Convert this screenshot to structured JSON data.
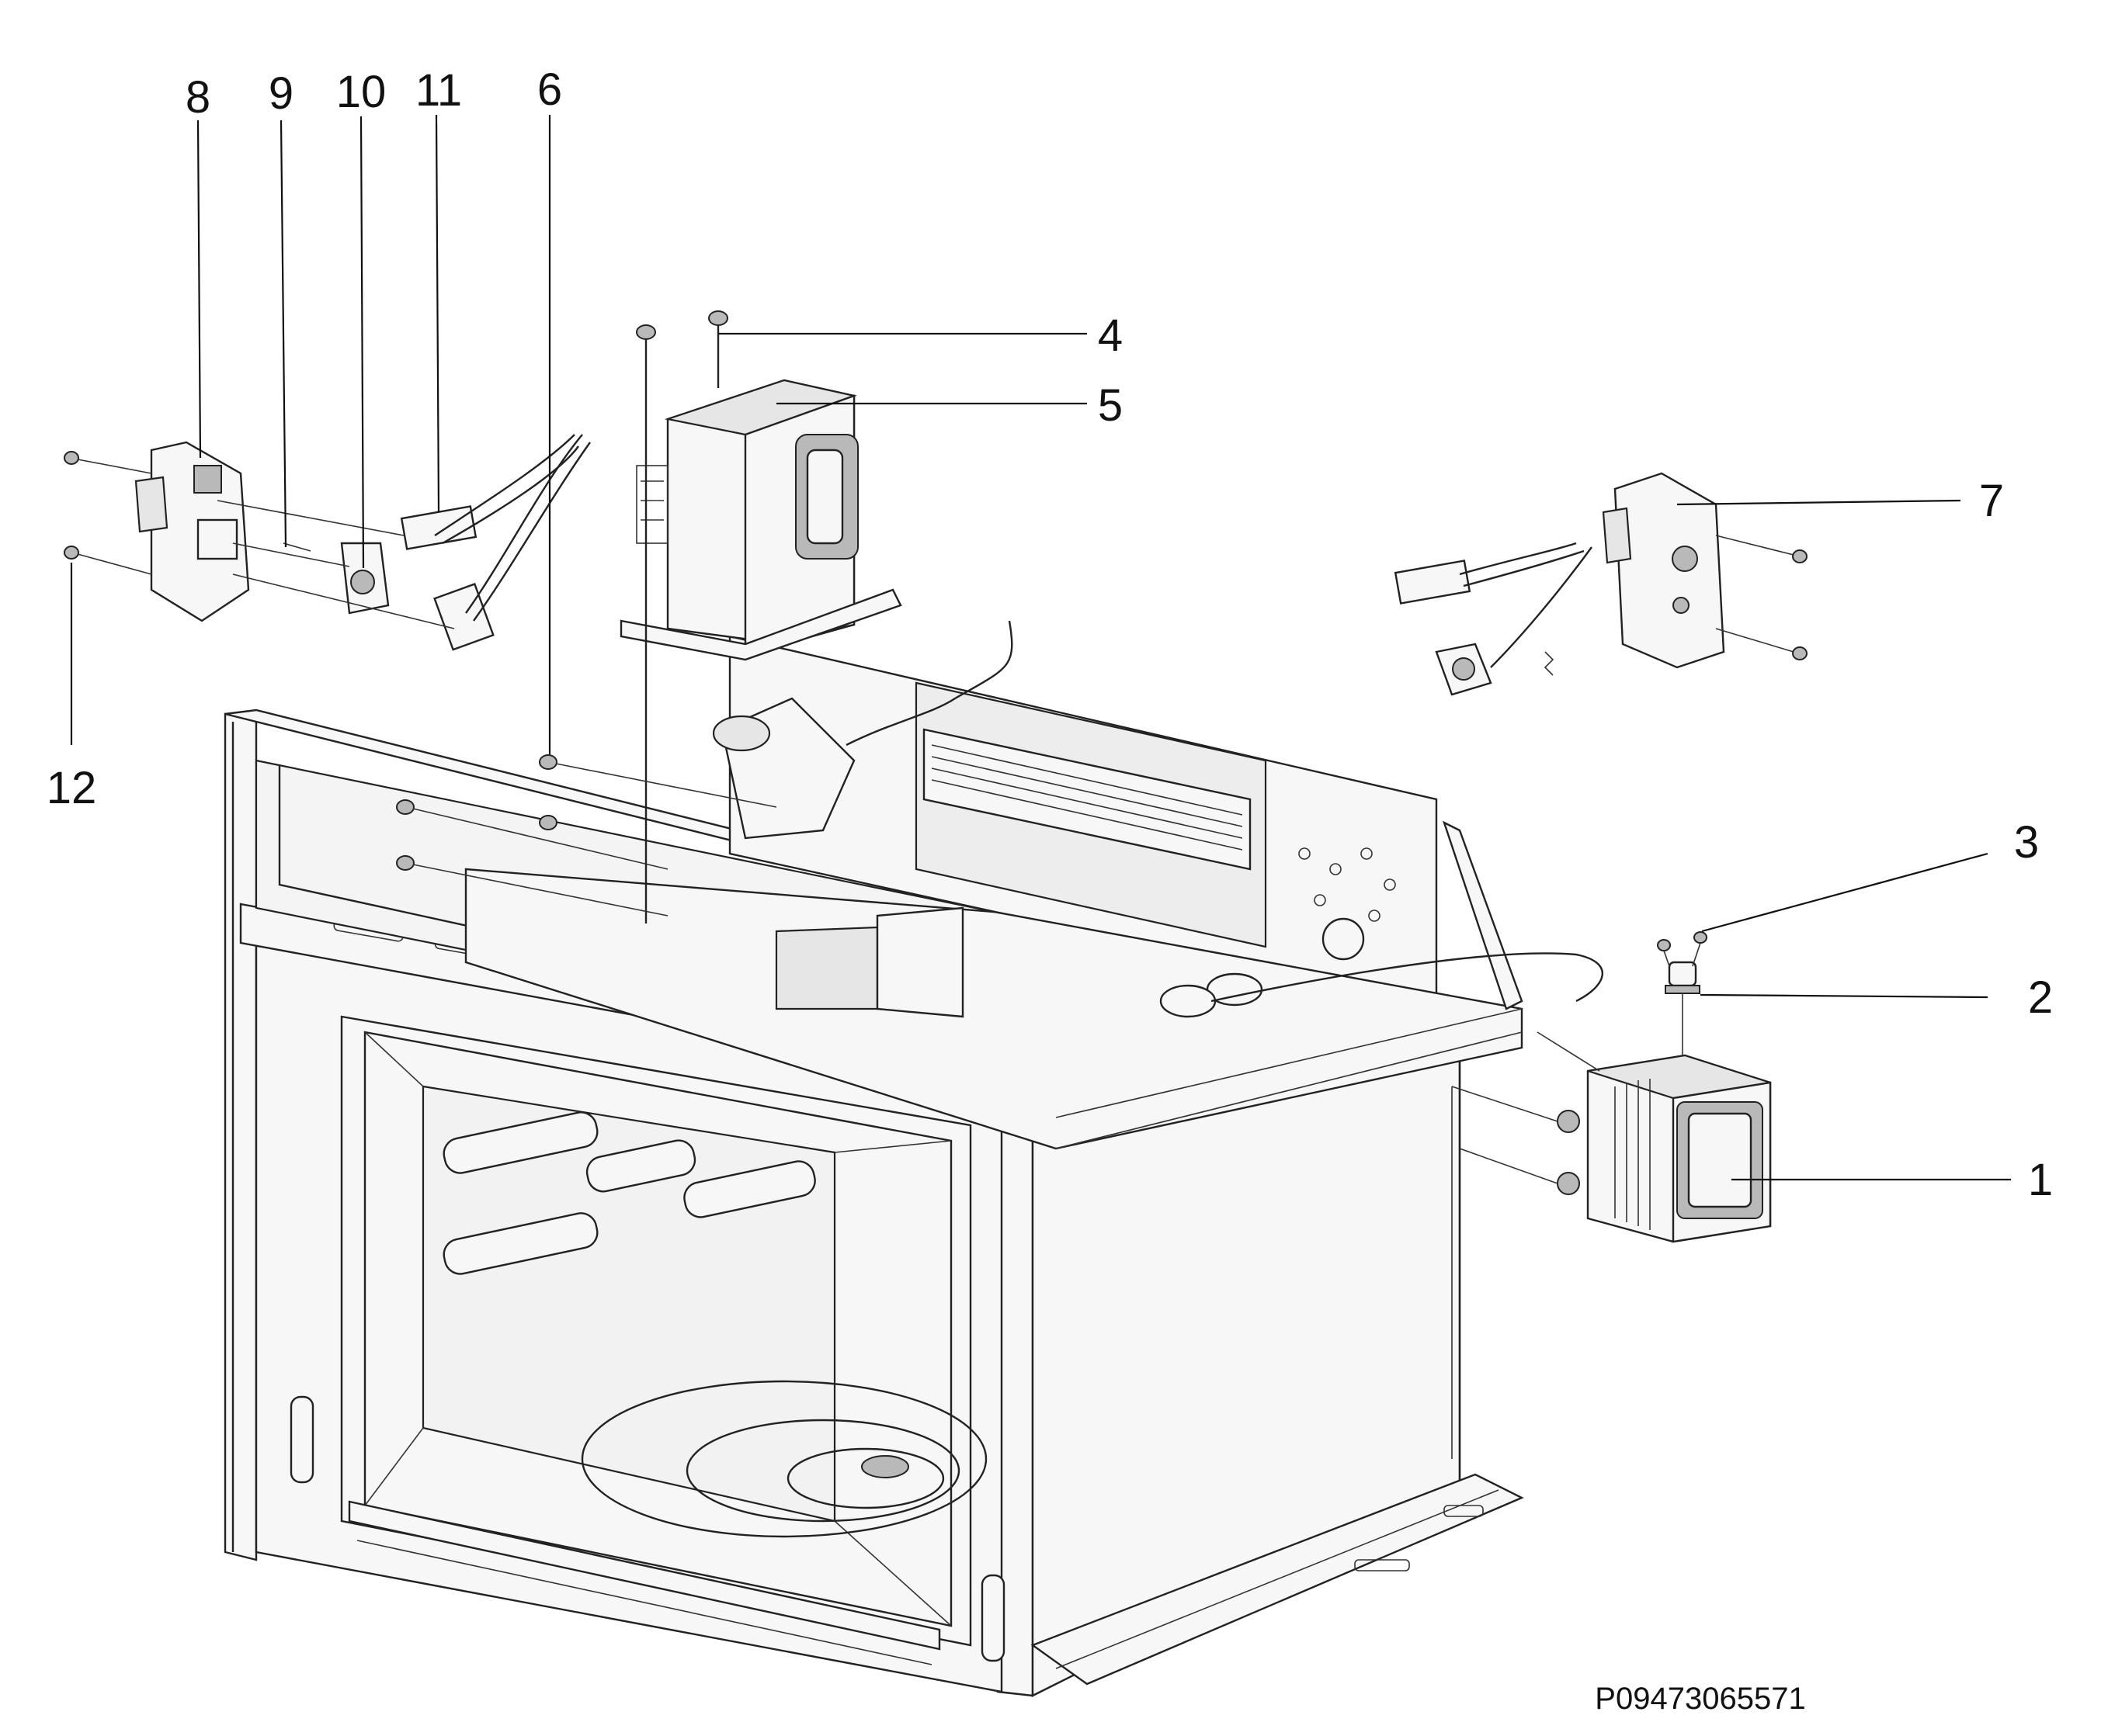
{
  "callouts": [
    {
      "id": "c1",
      "text": "1"
    },
    {
      "id": "c2",
      "text": "2"
    },
    {
      "id": "c3",
      "text": "3"
    },
    {
      "id": "c4",
      "text": "4"
    },
    {
      "id": "c5",
      "text": "5"
    },
    {
      "id": "c6",
      "text": "6"
    },
    {
      "id": "c7",
      "text": "7"
    },
    {
      "id": "c8",
      "text": "8"
    },
    {
      "id": "c9",
      "text": "9"
    },
    {
      "id": "c10",
      "text": "10"
    },
    {
      "id": "c11",
      "text": "11"
    },
    {
      "id": "c12",
      "text": "12"
    }
  ],
  "part_code": "P09473065571"
}
